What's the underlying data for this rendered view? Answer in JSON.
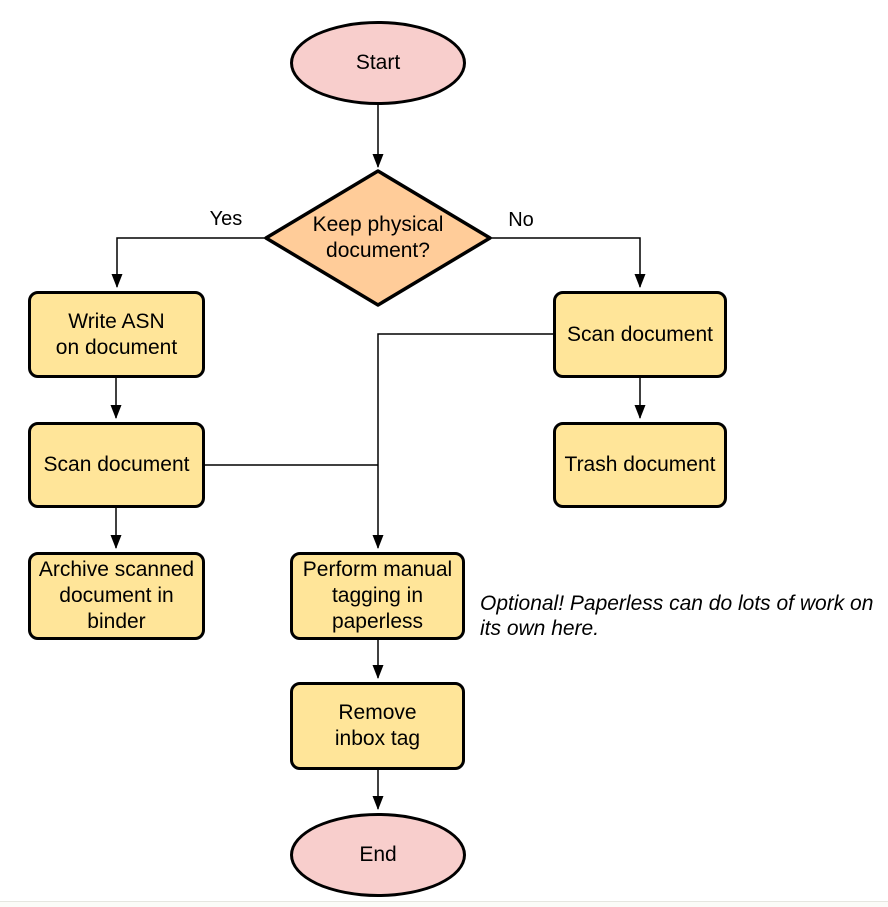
{
  "diagram": {
    "nodes": {
      "start": {
        "label": "Start"
      },
      "decision": {
        "label": "Keep physical\ndocument?"
      },
      "write_asn": {
        "label": "Write ASN\non document"
      },
      "scan_left": {
        "label": "Scan document"
      },
      "archive": {
        "label": "Archive scanned\ndocument in\nbinder"
      },
      "scan_right": {
        "label": "Scan document"
      },
      "trash": {
        "label": "Trash document"
      },
      "tagging": {
        "label": "Perform manual\ntagging in\npaperless"
      },
      "remove_inbox": {
        "label": "Remove\ninbox tag"
      },
      "end": {
        "label": "End"
      }
    },
    "edge_labels": {
      "yes": "Yes",
      "no": "No"
    },
    "annotation": "Optional! Paperless can do lots of work on\nits own here.",
    "colors": {
      "terminator_fill": "#F8CECC",
      "decision_fill": "#FFCC99",
      "process_fill": "#FFE599",
      "stroke": "#000000",
      "text": "#000000",
      "background": "#FFFFFF"
    }
  }
}
